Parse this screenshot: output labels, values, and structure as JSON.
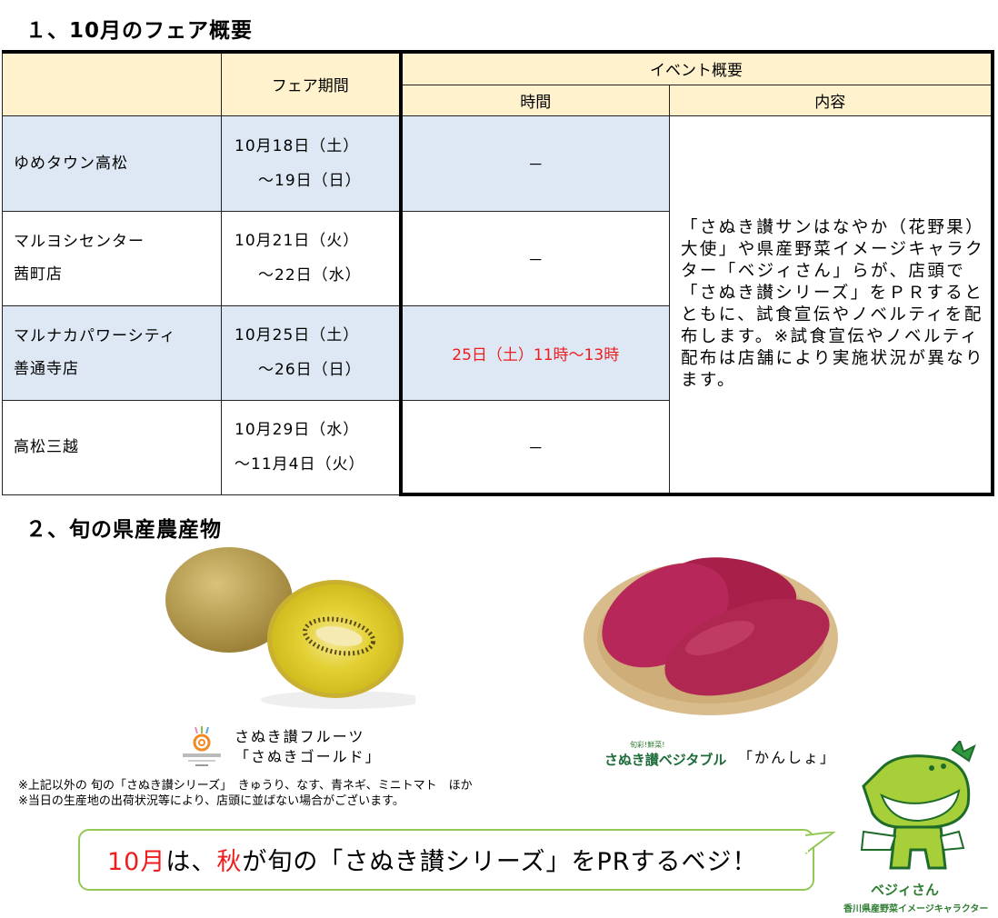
{
  "section1": {
    "title": "１、10月のフェア概要",
    "headers": {
      "period": "フェア期間",
      "event": "イベント概要",
      "time": "時間",
      "content": "内容"
    },
    "rows": [
      {
        "store_line1": "ゆめタウン高松",
        "store_line2": "",
        "period_line1": "10月18日（土）",
        "period_line2": "～19日（日）",
        "time": "－",
        "highlight": true
      },
      {
        "store_line1": "マルヨシセンター",
        "store_line2": "茜町店",
        "period_line1": "10月21日（火）",
        "period_line2": "～22日（水）",
        "time": "－",
        "highlight": false
      },
      {
        "store_line1": "マルナカパワーシティ",
        "store_line2": "善通寺店",
        "period_line1": "10月25日（土）",
        "period_line2": "～26日（日）",
        "time": "25日（土）11時～13時",
        "highlight": true
      },
      {
        "store_line1": "高松三越",
        "store_line2": "",
        "period_line1": "10月29日（水）",
        "period_line2": "～11月4日（火）",
        "time": "－",
        "highlight": false
      }
    ],
    "content_text": "「さぬき讃サンはなやか（花野果）大使」や県産野菜イメージキャラクター「ベジィさん」らが、店頭で「さぬき讃シリーズ」をＰＲするとともに、試食宣伝やノベルティを配布します。※試食宣伝やノベルティ配布は店舗により実施状況が異なります。",
    "colors": {
      "header_bg": "#fff2cc",
      "row_highlight_bg": "#dde8f4",
      "time_red": "#ee1c1c"
    }
  },
  "section2": {
    "title": "２、旬の県産農産物",
    "fruit": {
      "brand": "さぬき讃フルーツ",
      "name": "「さぬきゴールド」",
      "image": "golden-kiwi"
    },
    "vegetable": {
      "brand_tag": "旬彩!鮮菜!",
      "brand": "さぬき讃ベジタブル",
      "name": "「かんしょ」",
      "image": "sweet-potato"
    },
    "notes": [
      "※上記以外の 旬の「さぬき讃シリーズ」　きゅうり、なす、青ネギ、ミニトマト　ほか",
      "※当日の生産地の出荷状況等により、店頭に並ばない場合がございます。"
    ]
  },
  "bubble": {
    "part1_red": "10月",
    "part2": "は、",
    "part3_red": "秋",
    "part4": "が旬の「さぬき讃シリーズ」をPRするベジ！",
    "border_color": "#92c955"
  },
  "character": {
    "name": "ベジィさん",
    "subtitle": "香川県産野菜イメージキャラクター"
  }
}
